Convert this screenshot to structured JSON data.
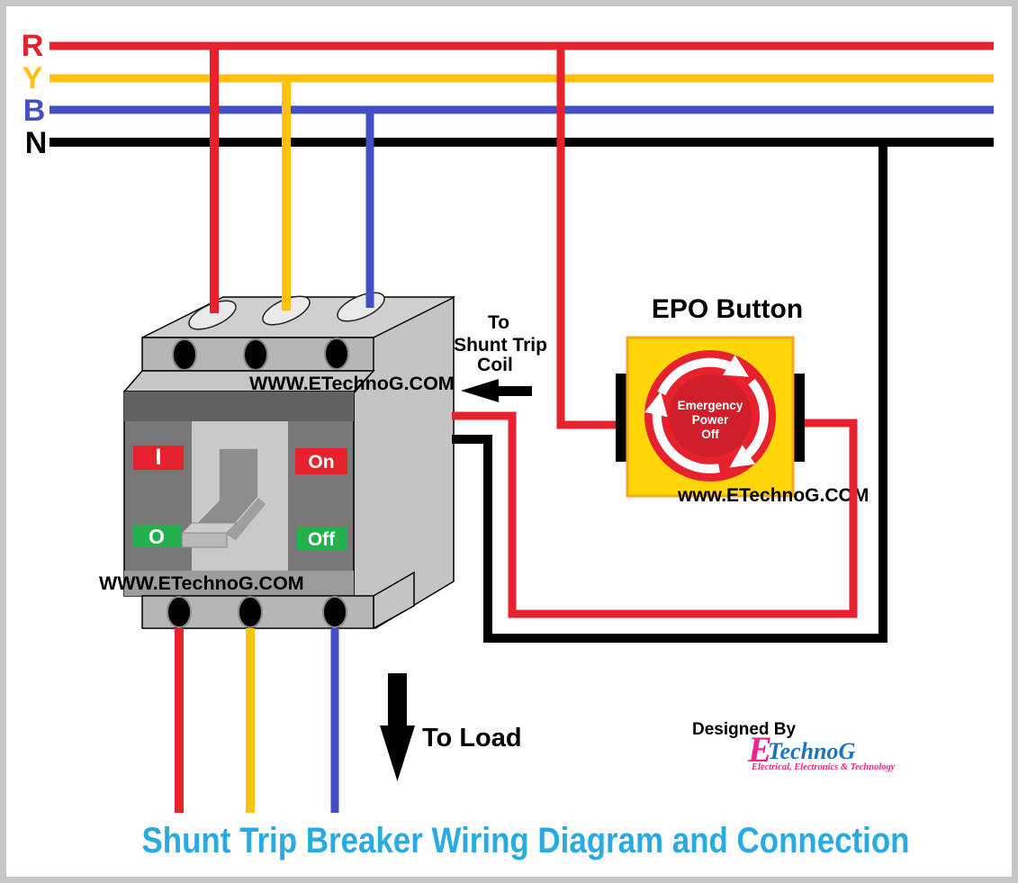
{
  "title": {
    "text": "Shunt Trip Breaker Wiring Diagram and Connection",
    "color": "#29ABE2"
  },
  "buses": [
    {
      "label": "R",
      "color": "#E8222D"
    },
    {
      "label": "Y",
      "color": "#FFC20E"
    },
    {
      "label": "B",
      "color": "#4350C5"
    },
    {
      "label": "N",
      "color": "#000000"
    }
  ],
  "breaker": {
    "watermark_top": "WWW.ETechnoG.COM",
    "watermark_bottom": "WWW.ETechnoG.COM",
    "handle_on_symbol": "I",
    "handle_off_symbol": "O",
    "on_label": "On",
    "off_label": "Off",
    "on_color": "#E8222D",
    "off_color": "#22B14C"
  },
  "shunt_note": {
    "line1": "To",
    "line2": "Shunt Trip",
    "line3": "Coil"
  },
  "epo": {
    "title": "EPO Button",
    "button_text_line1": "Emergency",
    "button_text_line2": "Power",
    "button_text_line3": "Off",
    "watermark": "www.ETechnoG.COM",
    "plate_color": "#FFD60A",
    "plate_border_color": "#F5A81C",
    "button_color": "#E8222D",
    "button_inner_color": "#D01F2A"
  },
  "load_note": {
    "text": "To Load"
  },
  "credit": {
    "designed_by": "Designed By",
    "brand_initial": "E",
    "brand_name": "TechnoG",
    "tagline": "Electrical, Electronics & Technology",
    "brand_initial_color": "#EC268F",
    "brand_name_color": "#1B75BC"
  },
  "wire_colors": {
    "red": "#E8222D",
    "yellow": "#FFC20E",
    "blue": "#4350C5",
    "black": "#000000"
  }
}
